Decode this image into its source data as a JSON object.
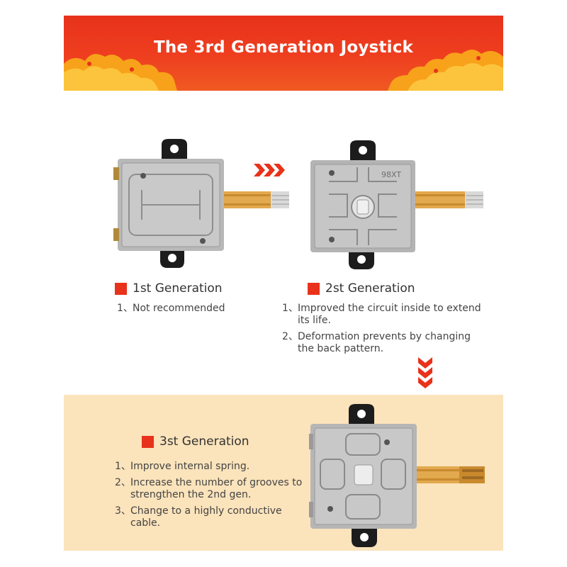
{
  "banner": {
    "title": "The 3rd Generation Joystick"
  },
  "gen1": {
    "heading": "1st Generation",
    "items": [
      {
        "num": "1、",
        "text": "Not recommended"
      }
    ]
  },
  "gen2": {
    "heading": "2st Generation",
    "stamp": "98XT",
    "items": [
      {
        "num": "1、",
        "text": "Improved the circuit inside to extend its life."
      },
      {
        "num": "2、",
        "text": "Deformation prevents by changing the back pattern."
      }
    ]
  },
  "gen3": {
    "heading": "3st Generation",
    "items": [
      {
        "num": "1、",
        "text": "Improve internal spring."
      },
      {
        "num": "2、",
        "text": "Increase the number of grooves to strengthen the 2nd gen."
      },
      {
        "num": "3、",
        "text": "Change to a highly conductive cable."
      }
    ]
  },
  "colors": {
    "accent": "#e8321b",
    "panel": "#fbe3bb",
    "banner_cloud": "#f7a21a"
  }
}
